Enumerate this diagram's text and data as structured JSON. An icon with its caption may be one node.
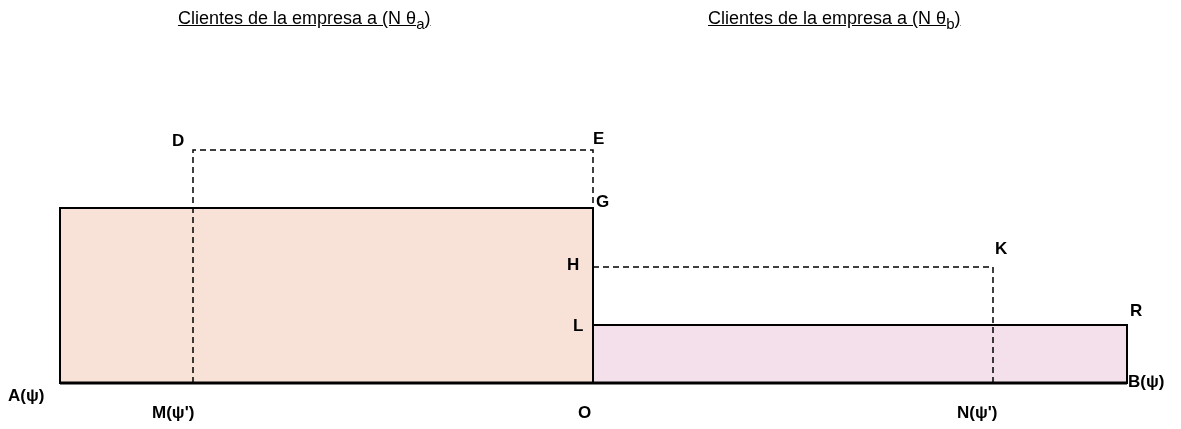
{
  "diagram": {
    "labels": [
      "Clientes de la empresa a (N  θ$_{a}$)",
      "Clientes de la empresa a (N  θ$_{b}$)",
      "D",
      "E",
      "G",
      "K",
      "H",
      "R",
      "L",
      "A(ψ)",
      "B(ψ)",
      "M(ψ')",
      "O",
      "N(ψ')"
    ]
  }
}
